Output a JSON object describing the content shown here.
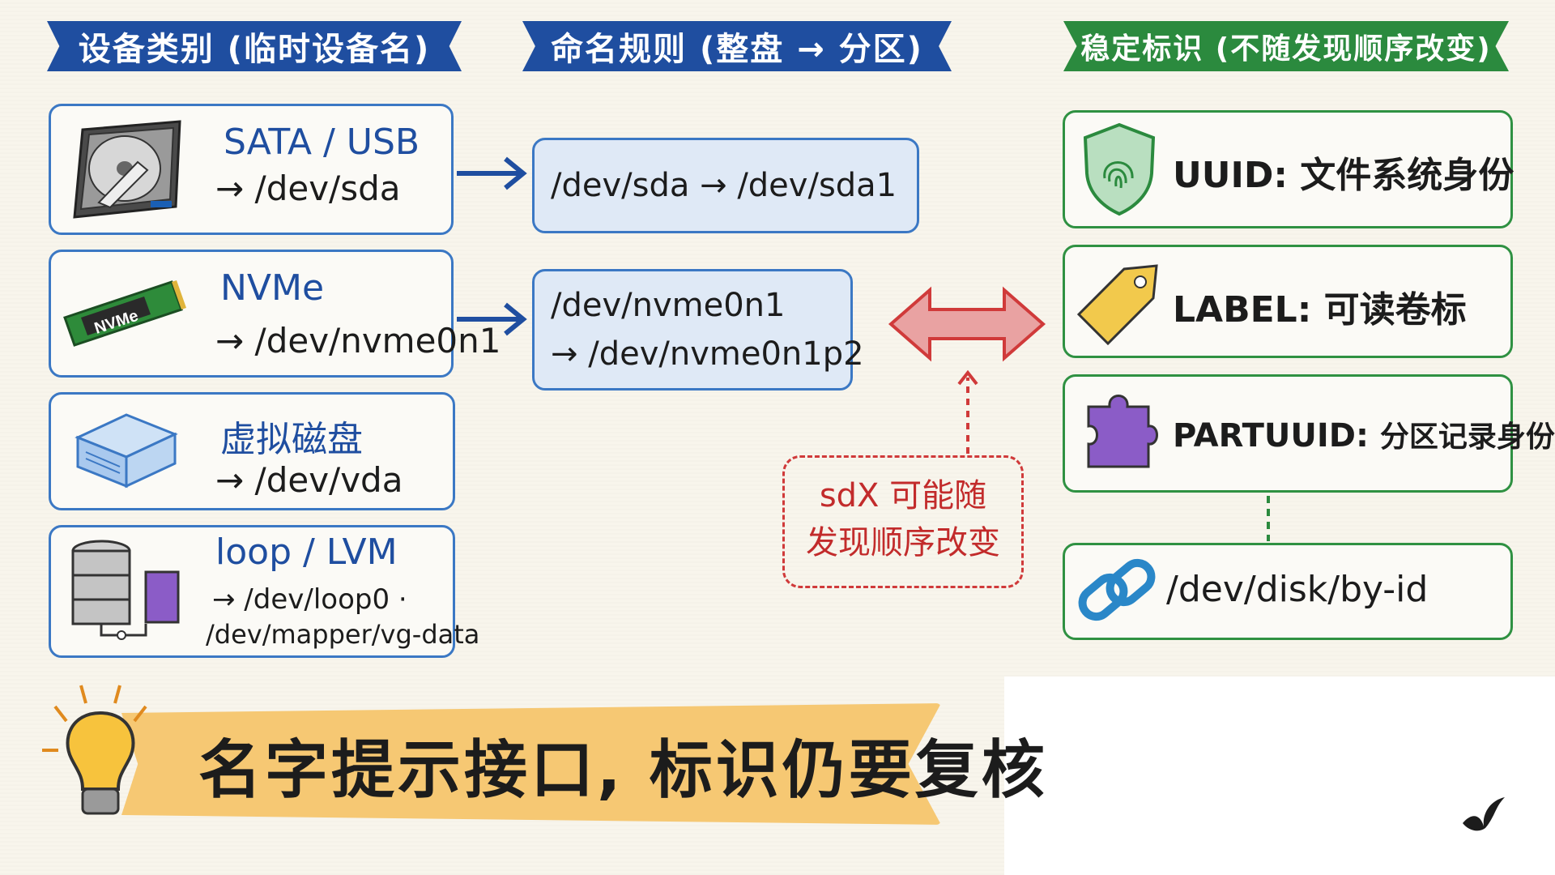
{
  "headers": {
    "devices": "设备类别 (临时设备名)",
    "naming": "命名规则 (整盘 → 分区)",
    "stable": "稳定标识 (不随发现顺序改变)"
  },
  "devices": [
    {
      "type": "SATA / USB",
      "name": "→ /dev/sda",
      "icon": "hard-drive-icon"
    },
    {
      "type": "NVMe",
      "name": "→ /dev/nvme0n1",
      "icon": "nvme-ssd-icon",
      "chip_text": "NVMe"
    },
    {
      "type": "虚拟磁盘",
      "name": "→ /dev/vda",
      "icon": "virtual-disk-icon"
    },
    {
      "type": "loop / LVM",
      "name": "→ /dev/loop0 ·",
      "name2": "/dev/mapper/vg-data",
      "icon": "database-icon"
    }
  ],
  "routes": [
    {
      "line1": "/dev/sda → /dev/sda1"
    },
    {
      "line1": "/dev/nvme0n1",
      "line2": "→ /dev/nvme0n1p2"
    }
  ],
  "warning": {
    "line1": "sdX 可能随",
    "line2": "发现顺序改变"
  },
  "stable_ids": [
    {
      "key": "UUID",
      "sep": ":",
      "desc": "文件系统身份",
      "icon": "fingerprint-shield-icon"
    },
    {
      "key": "LABEL",
      "sep": ":",
      "desc": "可读卷标",
      "icon": "tag-icon"
    },
    {
      "key": "PARTUUID",
      "sep": ":",
      "desc": "分区记录身份",
      "icon": "puzzle-icon"
    },
    {
      "key": "/dev/disk/by-id",
      "sep": "",
      "desc": "",
      "icon": "link-icon"
    }
  ],
  "banner": {
    "text": "名字提示接口, 标识仍要复核",
    "icon": "lightbulb-icon"
  },
  "colors": {
    "blue": "#1f4ea0",
    "green": "#2b8a3e",
    "red": "#d03a3a",
    "orange": "#f6c873"
  }
}
